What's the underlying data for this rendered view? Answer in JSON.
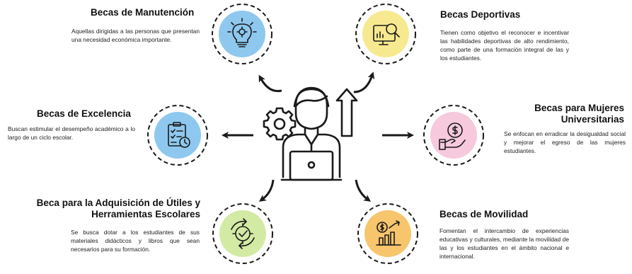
{
  "colors": {
    "blue": "#8ec8ef",
    "yellow": "#f7e98f",
    "pink": "#f6c9dd",
    "green": "#d3eaa4",
    "orange": "#f7c56c",
    "ink": "#1a1a1a"
  },
  "items": [
    {
      "title": "Becas de Manutención",
      "description": "Aquellas dirigidas a las personas que presentan una necesidad económica importante.",
      "icon": "lightbulb-gear-icon",
      "color": "#8ec8ef"
    },
    {
      "title": "Becas Deportivas",
      "description": "Tienen como objetivo el reconocer e incentivar las habilidades deportivas de alto rendimiento, como parte de una formación integral de las y los estudiantes.",
      "icon": "monitor-chart-magnifier-icon",
      "color": "#f7e98f"
    },
    {
      "title": "Becas de Excelencia",
      "description": "Buscan estimular el desempeño académico a lo largo de un ciclo escolar.",
      "icon": "checklist-clock-icon",
      "color": "#8ec8ef"
    },
    {
      "title": "Becas para Mujeres Universitarias",
      "description": "Se enfocan en erradicar la desigualdad social y mejorar el egreso de las mujeres estudiantes.",
      "icon": "hand-coin-icon",
      "color": "#f6c9dd"
    },
    {
      "title": "Beca para la Adquisición de Útiles y Herramientas Escolares",
      "description": "Se busca dotar a los estudiantes de sus materiales didácticos y libros que sean necesarios para su formación.",
      "icon": "gear-check-cycle-icon",
      "color": "#d3eaa4"
    },
    {
      "title": "Becas de Movilidad",
      "description": "Fomentan el intercambio de experiencias educativas y culturales, mediante la movilidad de las y los estudiantes en el ámbito nacional e internacional.",
      "icon": "money-growth-chart-icon",
      "color": "#f7c56c"
    }
  ]
}
